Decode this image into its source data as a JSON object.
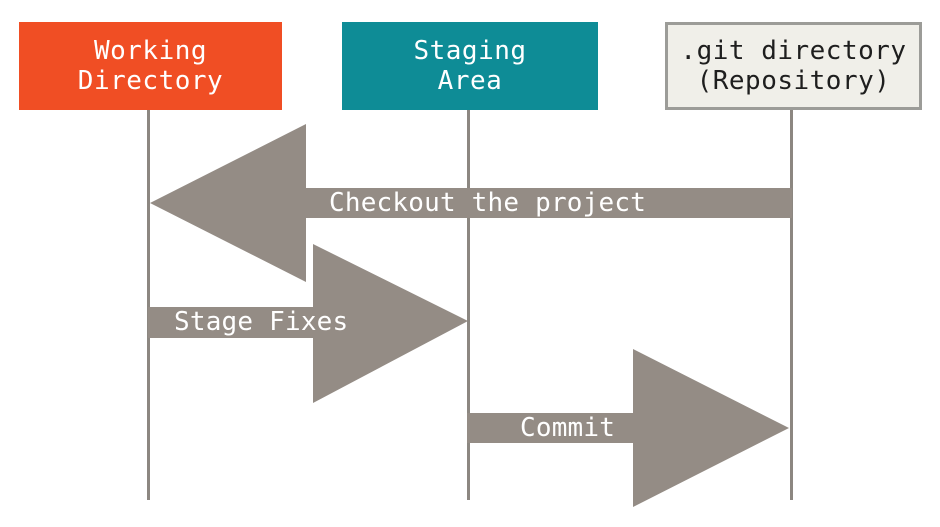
{
  "diagram": {
    "type": "git-sections-sequence-diagram",
    "boxes": [
      {
        "id": "working-directory",
        "label": "Working\nDirectory",
        "fill": "#F04E24",
        "text_color": "#FFFFFF"
      },
      {
        "id": "staging-area",
        "label": "Staging\nArea",
        "fill": "#0E8C96",
        "text_color": "#FFFFFF"
      },
      {
        "id": "git-directory",
        "label": ".git directory\n(Repository)",
        "fill": "#F0EFE9",
        "border_color": "#9C9C98",
        "text_color": "#1E1E1E"
      }
    ],
    "arrows": [
      {
        "id": "checkout",
        "label": "Checkout the project",
        "from": ".git directory (Repository)",
        "to": "Working Directory",
        "direction": "left"
      },
      {
        "id": "stage-fixes",
        "label": "Stage Fixes",
        "from": "Working Directory",
        "to": "Staging Area",
        "direction": "right"
      },
      {
        "id": "commit",
        "label": "Commit",
        "from": "Staging Area",
        "to": ".git directory (Repository)",
        "direction": "right"
      }
    ],
    "colors": {
      "arrow_fill": "#948C85",
      "lifeline": "#8C8781",
      "background": "#FFFFFF"
    }
  }
}
